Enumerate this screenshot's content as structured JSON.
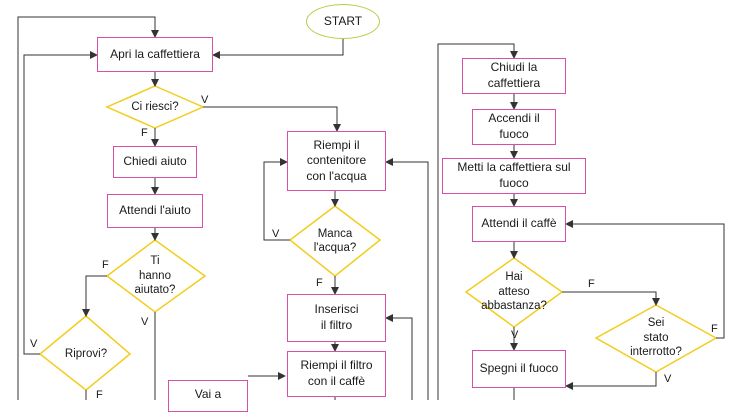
{
  "colors": {
    "process_border": "#d94fa6",
    "decision_border": "#f2cd1d",
    "start_border": "#b5cf45",
    "line": "#333333"
  },
  "start": "START",
  "steps": {
    "apri": "Apri la caffettiera",
    "chiedi": "Chiedi aiuto",
    "attendi_aiuto": "Attendi l'aiuto",
    "riempi_contenitore": [
      "Riempi il",
      "contenitore",
      "con l'acqua"
    ],
    "inserisci": [
      "Inserisci",
      "il filtro"
    ],
    "riempi_filtro": [
      "Riempi il filtro",
      "con il caffè"
    ],
    "vai": "Vai a",
    "chiudi": "Chiudi la caffettiera",
    "accendi": "Accendi il fuoco",
    "metti": "Metti la caffettiera sul fuoco",
    "attendi_caffe": "Attendi il caffè",
    "spegni": "Spegni il fuoco"
  },
  "decisions": {
    "ci_riesci": "Ci riesci?",
    "ti_hanno": [
      "Ti",
      "hanno",
      "aiutato?"
    ],
    "riprovi": "Riprovi?",
    "manca": [
      "Manca",
      "l'acqua?"
    ],
    "hai_atteso": [
      "Hai",
      "atteso",
      "abbastanza?"
    ],
    "sei_stato": [
      "Sei",
      "stato",
      "interrotto?"
    ]
  },
  "edge_labels": {
    "true": "V",
    "false": "F"
  }
}
